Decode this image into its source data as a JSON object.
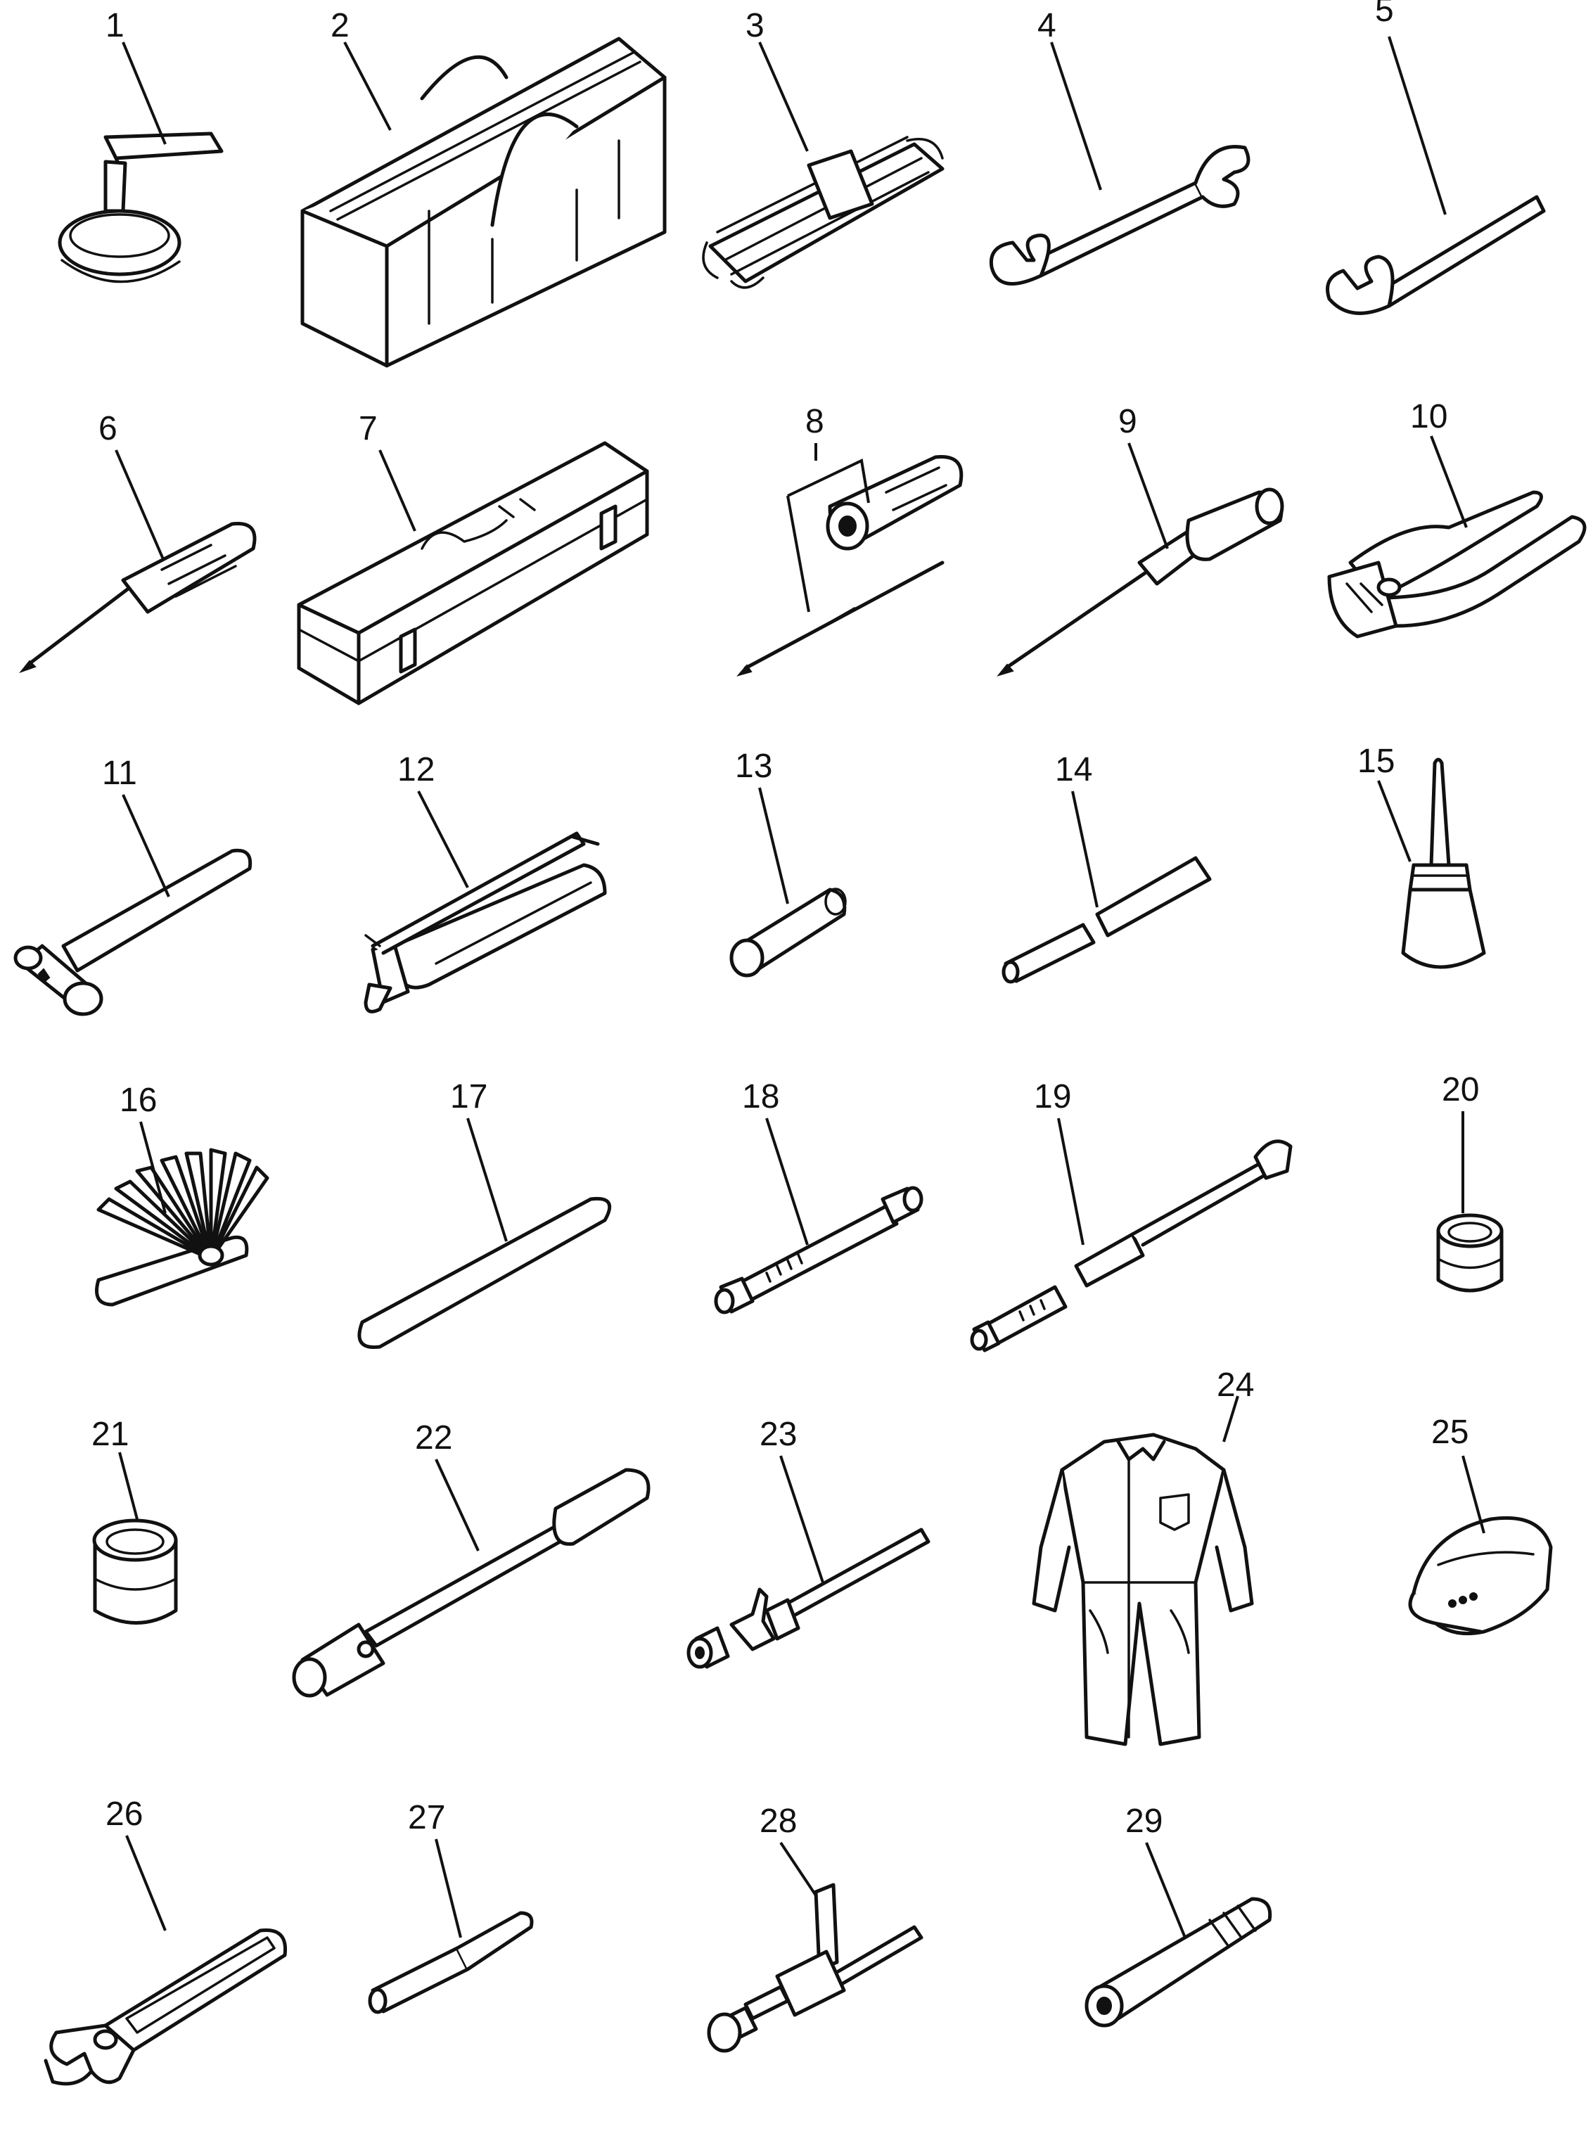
{
  "callouts": [
    "1",
    "2",
    "3",
    "4",
    "5",
    "6",
    "7",
    "8",
    "9",
    "10",
    "11",
    "12",
    "13",
    "14",
    "15",
    "16",
    "17",
    "18",
    "19",
    "20",
    "21",
    "22",
    "23",
    "24",
    "25",
    "26",
    "27",
    "28",
    "29"
  ],
  "icons": [
    "filter-wrench-icon",
    "tool-bag-icon",
    "wrench-set-icon",
    "open-end-wrench-icon",
    "single-end-wrench-icon",
    "screwdriver-icon",
    "tool-box-icon",
    "reversible-screwdriver-icon",
    "screwdriver-icon",
    "pliers-icon",
    "hammer-icon",
    "grease-gun-icon",
    "socket-adapter-icon",
    "bar-extension-icon",
    "oil-can-icon",
    "feeler-gauge-icon",
    "pry-bar-icon",
    "extension-bar-icon",
    "box-wrench-handle-icon",
    "socket-icon",
    "socket-icon",
    "socket-handle-icon",
    "ratchet-adapter-icon",
    "coveralls-icon",
    "cap-icon",
    "adjustable-wrench-icon",
    "hex-driver-icon",
    "injector-puller-icon",
    "spark-plug-socket-icon"
  ]
}
